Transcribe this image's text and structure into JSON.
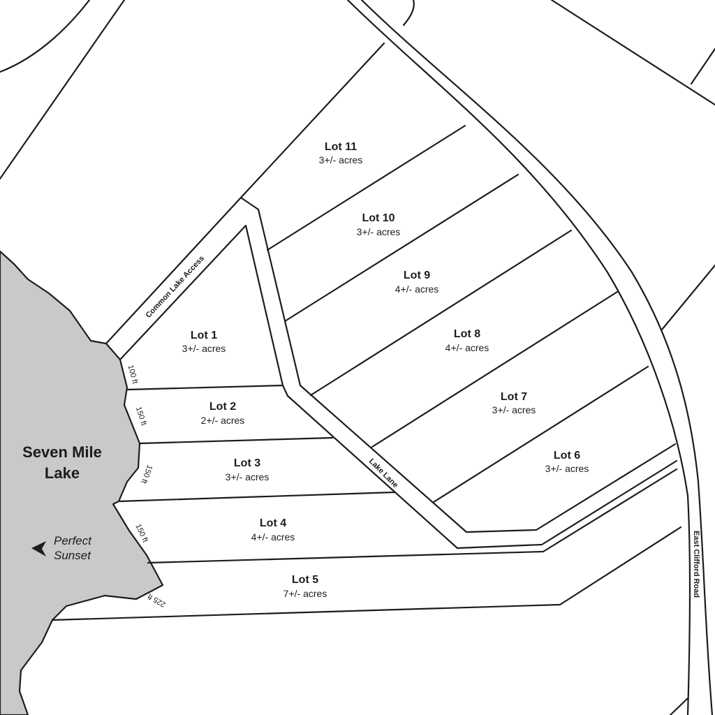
{
  "lake": {
    "name_line1": "Seven Mile",
    "name_line2": "Lake"
  },
  "sunset": {
    "line1": "Perfect",
    "line2": "Sunset"
  },
  "roads": {
    "common_access": "Common Lake Access",
    "lake_lane": "Lake Lane",
    "east_clifford": "East Clifford Road"
  },
  "frontage": [
    "100 ft",
    "150 ft",
    "150 ft",
    "150 ft",
    "225 ft"
  ],
  "lots": [
    {
      "name": "Lot 1",
      "acres": "3+/- acres"
    },
    {
      "name": "Lot 2",
      "acres": "2+/- acres"
    },
    {
      "name": "Lot 3",
      "acres": "3+/- acres"
    },
    {
      "name": "Lot 4",
      "acres": "4+/- acres"
    },
    {
      "name": "Lot 5",
      "acres": "7+/- acres"
    },
    {
      "name": "Lot 6",
      "acres": "3+/- acres"
    },
    {
      "name": "Lot 7",
      "acres": "3+/- acres"
    },
    {
      "name": "Lot 8",
      "acres": "4+/- acres"
    },
    {
      "name": "Lot 9",
      "acres": "4+/- acres"
    },
    {
      "name": "Lot 10",
      "acres": "3+/- acres"
    },
    {
      "name": "Lot 11",
      "acres": "3+/- acres"
    }
  ],
  "colors": {
    "lake": "#c9c9cb",
    "lines": "#1c1c1c",
    "land": "#ffffff"
  }
}
